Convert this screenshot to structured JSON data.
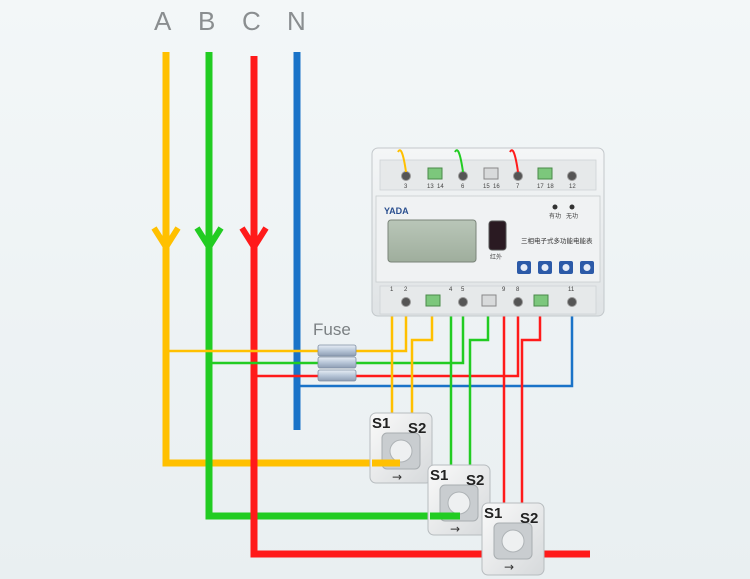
{
  "phases": [
    {
      "label": "A",
      "color": "#ffc000"
    },
    {
      "label": "B",
      "color": "#22cc22"
    },
    {
      "label": "C",
      "color": "#ff1a1a"
    },
    {
      "label": "N",
      "color": "#1a73c8"
    }
  ],
  "fuse_label": "Fuse",
  "meter": {
    "brand": "YADA",
    "title": "三相电子式多功能电能表",
    "window_caption": "红外",
    "indicator_left": "有功",
    "indicator_right": "无功",
    "top_terminals": [
      "3",
      "13",
      "14",
      "6",
      "15",
      "16",
      "7",
      "17",
      "18",
      "12"
    ],
    "bottom_terminals": [
      "1",
      "2",
      "4",
      "5",
      "9",
      "8",
      "11"
    ]
  },
  "cts": [
    {
      "s1": "S1",
      "s2": "S2"
    },
    {
      "s1": "S1",
      "s2": "S2"
    },
    {
      "s1": "S1",
      "s2": "S2"
    }
  ]
}
